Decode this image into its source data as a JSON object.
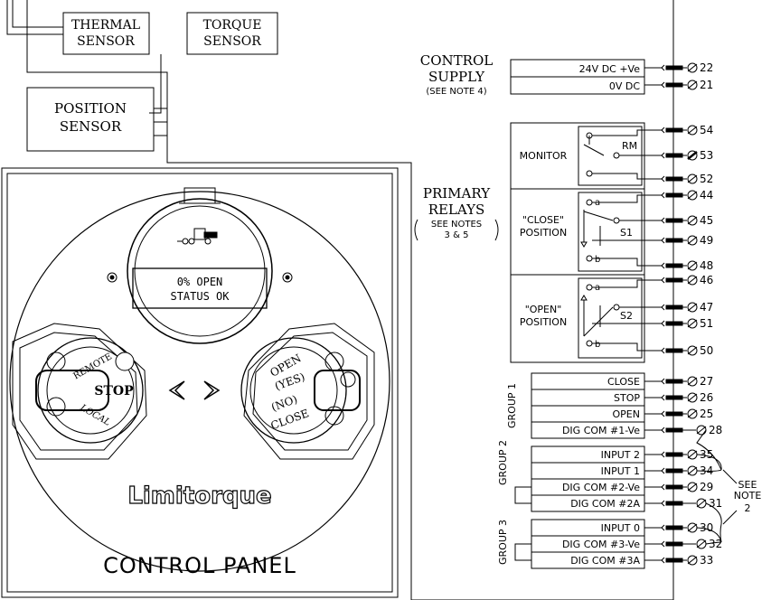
{
  "sensors": {
    "thermal": [
      "THERMAL",
      "SENSOR"
    ],
    "torque": [
      "TORQUE",
      "SENSOR"
    ],
    "position": [
      "POSITION",
      "SENSOR"
    ]
  },
  "control_supply": {
    "title": [
      "CONTROL",
      "SUPPLY"
    ],
    "note": "(SEE NOTE 4)",
    "rows": [
      {
        "label": "24V DC +Ve",
        "terminal": "22"
      },
      {
        "label": "0V DC",
        "terminal": "21"
      }
    ]
  },
  "primary_relays": {
    "title": [
      "PRIMARY",
      "RELAYS"
    ],
    "note": [
      "SEE NOTES",
      "3 & 5"
    ],
    "monitor": {
      "label": "MONITOR",
      "relay": "RM",
      "terminals": [
        "54",
        "53",
        "52"
      ]
    },
    "close": {
      "label": [
        "\"CLOSE\"",
        "POSITION"
      ],
      "relay": "S1",
      "contact_a": "a",
      "contact_b": "b",
      "terminals": [
        "44",
        "45",
        "49",
        "48"
      ]
    },
    "open": {
      "label": [
        "\"OPEN\"",
        "POSITION"
      ],
      "relay": "S2",
      "contact_a": "a",
      "contact_b": "b",
      "terminals": [
        "46",
        "47",
        "51",
        "50"
      ]
    }
  },
  "groups": [
    {
      "name": "GROUP 1",
      "rows": [
        {
          "label": "CLOSE",
          "terminal": "27"
        },
        {
          "label": "STOP",
          "terminal": "26"
        },
        {
          "label": "OPEN",
          "terminal": "25"
        },
        {
          "label": "DIG COM #1-Ve",
          "terminal": "28"
        }
      ]
    },
    {
      "name": "GROUP 2",
      "rows": [
        {
          "label": "INPUT 2",
          "terminal": "35"
        },
        {
          "label": "INPUT 1",
          "terminal": "34"
        },
        {
          "label": "DIG COM #2-Ve",
          "terminal": "29"
        },
        {
          "label": "DIG COM #2A",
          "terminal": "31"
        }
      ]
    },
    {
      "name": "GROUP 3",
      "rows": [
        {
          "label": "INPUT 0",
          "terminal": "30"
        },
        {
          "label": "DIG COM #3-Ve",
          "terminal": "32"
        },
        {
          "label": "DIG COM #3A",
          "terminal": "33"
        }
      ]
    }
  ],
  "see_note_2": [
    "SEE",
    "NOTE",
    "2"
  ],
  "panel": {
    "display": [
      "0% OPEN",
      "STATUS OK"
    ],
    "knob_left": {
      "top": "REMOTE",
      "center": "STOP",
      "bottom": "LOCAL"
    },
    "knob_right": {
      "top": "OPEN",
      "sub_top": "(YES)",
      "sub_bottom": "(NO)",
      "bottom": "CLOSE"
    },
    "brand": "Limitorque",
    "caption": "CONTROL PANEL"
  }
}
